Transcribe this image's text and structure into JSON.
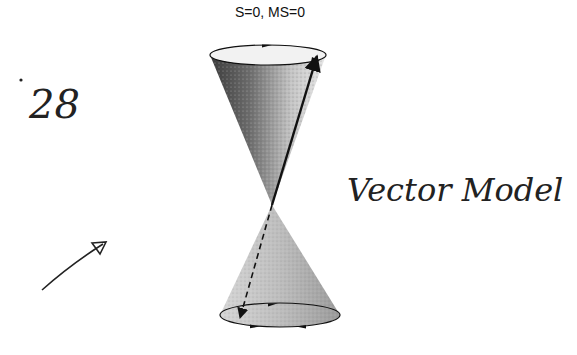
{
  "diagram": {
    "title": "S=0, MS=0",
    "labels": [
      "28",
      "Vector Model"
    ]
  }
}
